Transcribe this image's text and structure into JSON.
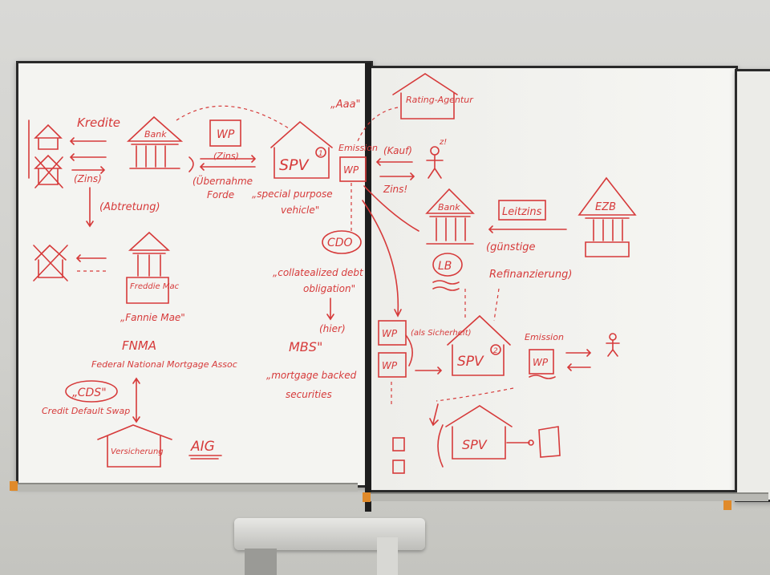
{
  "board_left": {
    "kredite": "Kredite",
    "bank": "Bank",
    "zins": "(Zins)",
    "abtretung": "(Abtretung)",
    "wp": "WP",
    "zins_wp": "(Zins)",
    "uebernahme": "(Übernahme",
    "forde": "Forde",
    "spv": "SPV",
    "spv_num": "1",
    "emission": "Emission",
    "spv_wp": "WP",
    "aaa": "„Aaa\"",
    "special_purpose": "„special purpose",
    "vehicle": "vehicle\"",
    "cdo": "CDO",
    "collateralized": "„collatealized debt",
    "obligation": "obligation\"",
    "hier": "(hier)",
    "mbs": "MBS\"",
    "mortgage_backed": "„mortgage backed",
    "securities": "securities",
    "freddie_mac": "Freddie Mac",
    "fannie_mae": "„Fannie Mae\"",
    "fnma": "FNMA",
    "federal_national": "Federal National Mortgage Assoc",
    "cds": "„CDS\"",
    "credit_default": "Credit Default Swap",
    "versicherung": "Versicherung",
    "aig": "AIG"
  },
  "board_right": {
    "rating_agentur": "Rating-Agentur",
    "kauf": "(Kauf)",
    "zins": "Zins!",
    "z": "z!",
    "bank": "Bank",
    "lb": "LB",
    "leitzins": "Leitzins",
    "guenstige": "(günstige",
    "refinanzierung": "Refinanzierung)",
    "ezb": "EZB",
    "wp1": "WP",
    "wp2": "WP",
    "als_sicherheit": "(als Sicherheit)",
    "spv2": "SPV",
    "spv2_num": "2",
    "emission": "Emission",
    "wp3": "WP",
    "spv3": "SPV"
  }
}
